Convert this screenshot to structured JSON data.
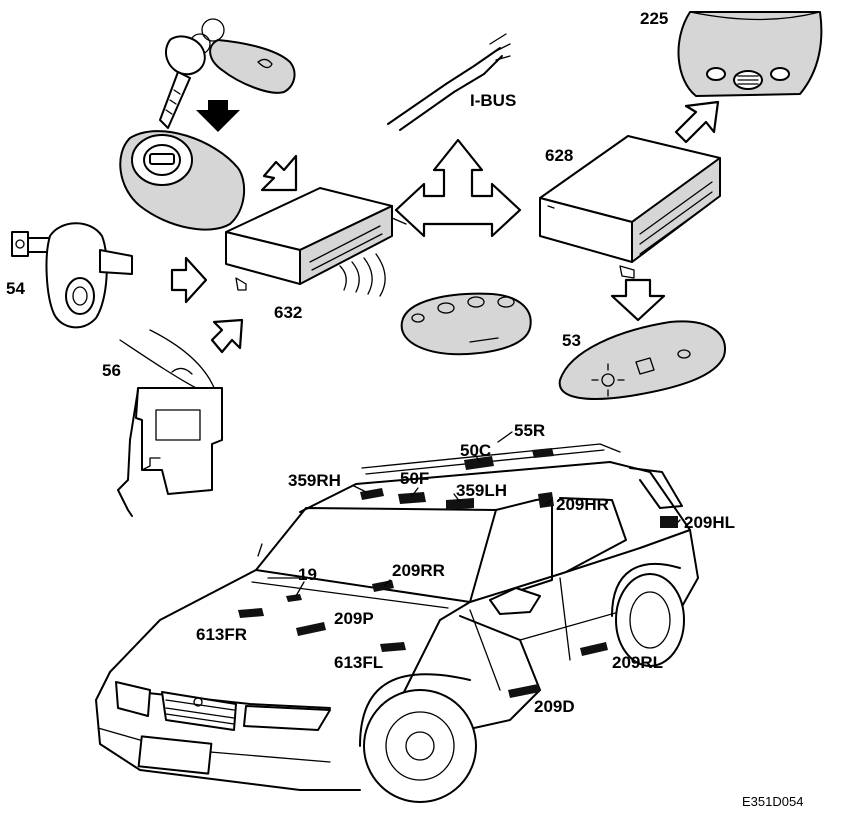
{
  "diagram": {
    "reference_code": "E351D054",
    "callouts": {
      "c225": "225",
      "c628": "628",
      "ibus": "I-BUS",
      "c54": "54",
      "c632": "632",
      "c53": "53",
      "c56": "56",
      "c55R": "55R",
      "c50C": "50C",
      "c359RH": "359RH",
      "c50F": "50F",
      "c359LH": "359LH",
      "c209HR": "209HR",
      "c209HL": "209HL",
      "c19": "19",
      "c209RR": "209RR",
      "c209P": "209P",
      "c613FR": "613FR",
      "c613FL": "613FL",
      "c209RL": "209RL",
      "c209D": "209D"
    }
  }
}
